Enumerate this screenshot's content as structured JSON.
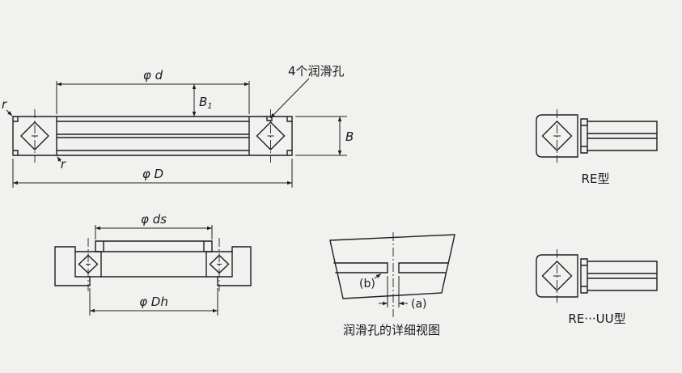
{
  "colors": {
    "background": "#f1f1f0",
    "line": "#1e1e1e",
    "text": "#1a1a1a"
  },
  "main_section": {
    "phi_d": "φ d",
    "b1_base": "B",
    "b1_sub": "1",
    "lube_holes": "4个润滑孔",
    "b": "B",
    "r_left": "r",
    "r_inner": "r",
    "phi_D": "φ D"
  },
  "re_type": {
    "caption": "RE型"
  },
  "mounting_section": {
    "phi_ds": "φ ds",
    "phi_Dh": "φ Dh"
  },
  "lube_detail": {
    "a": "(a)",
    "b": "(b)",
    "caption": "润滑孔的详细视图"
  },
  "re_uu_type": {
    "caption": "RE···UU型"
  }
}
